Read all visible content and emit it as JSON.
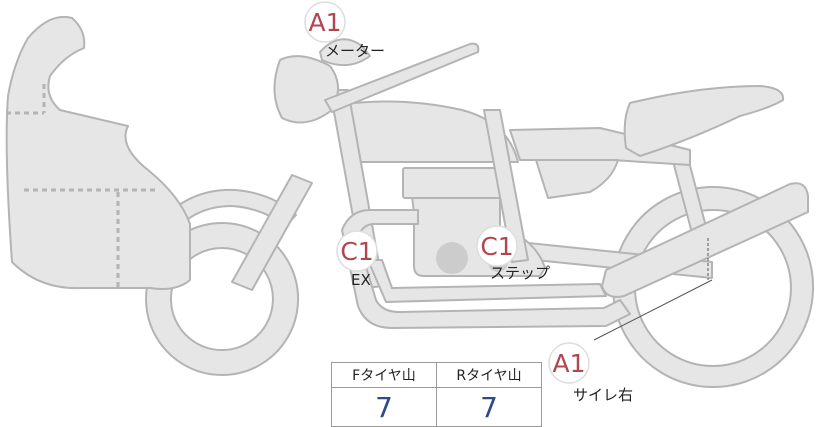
{
  "callouts": [
    {
      "code": "A1",
      "label": "メーター"
    },
    {
      "code": "C1",
      "label": "EX"
    },
    {
      "code": "C1",
      "label": "ステップ"
    },
    {
      "code": "A1",
      "label": "サイレ右"
    }
  ],
  "tread_table": {
    "headers": [
      "Fタイヤ山",
      "Rタイヤ山"
    ],
    "values": [
      "7",
      "7"
    ]
  },
  "colors": {
    "body_fill": "#e6e6e6",
    "body_stroke": "#b4b4b4",
    "badge_text": "#b0464e",
    "value_text": "#2d4a8a"
  }
}
